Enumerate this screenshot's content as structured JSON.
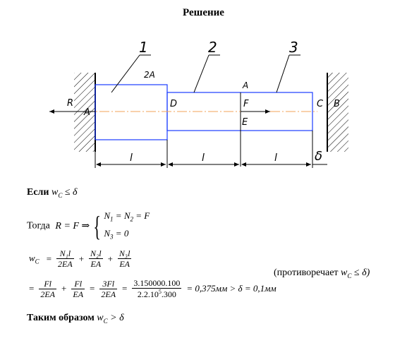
{
  "title": "Решение",
  "sketch": {
    "part_labels": [
      "1",
      "2",
      "3"
    ],
    "area_labels": {
      "left": "2A",
      "right": "A"
    },
    "point_labels": {
      "A": "A",
      "D": "D",
      "F": "F",
      "E": "E",
      "C": "C",
      "B": "B"
    },
    "reaction": "R",
    "dim_labels": [
      "l",
      "l",
      "l"
    ],
    "gap_label": "δ",
    "colors": {
      "axis": "#f2a35a",
      "beam": "#1a3cff",
      "ink": "#000000"
    }
  },
  "text": {
    "if_label": "Если",
    "if_cond": "w",
    "if_sub": "C",
    "if_rel": "≤ δ",
    "then_label": "Тогда",
    "then_eq": "R = F ⇒",
    "sys1": "N",
    "sys1_a": "1",
    "sys1_mid": " = N",
    "sys1_b": "2",
    "sys1_end": " = F",
    "sys2": "N",
    "sys2_a": "3",
    "sys2_end": " = 0",
    "wc": "w",
    "wc_sub": "C",
    "eq": "=",
    "plus": "+",
    "f1_num": "N₁l",
    "f1_den": "2EA",
    "f2_num": "N₂l",
    "f2_den": "EA",
    "f3_num": "N₃l",
    "f3_den": "EA",
    "g1_num": "Fl",
    "g1_den": "2EA",
    "g2_num": "Fl",
    "g2_den": "EA",
    "g3_num": "3Fl",
    "g3_den": "2EA",
    "g4_num": "3.150000.100",
    "g4_den_a": "2.2.10",
    "g4_den_sup": "5",
    "g4_den_b": ".300",
    "result": "= 0,375мм > δ = 0,1мм",
    "contradiction_a": "(противоречает",
    "contradiction_w": "w",
    "contradiction_sub": "C",
    "contradiction_b": "≤ δ)",
    "thus_label": "Таким образом",
    "thus_w": "w",
    "thus_sub": "C",
    "thus_rel": "> δ"
  }
}
